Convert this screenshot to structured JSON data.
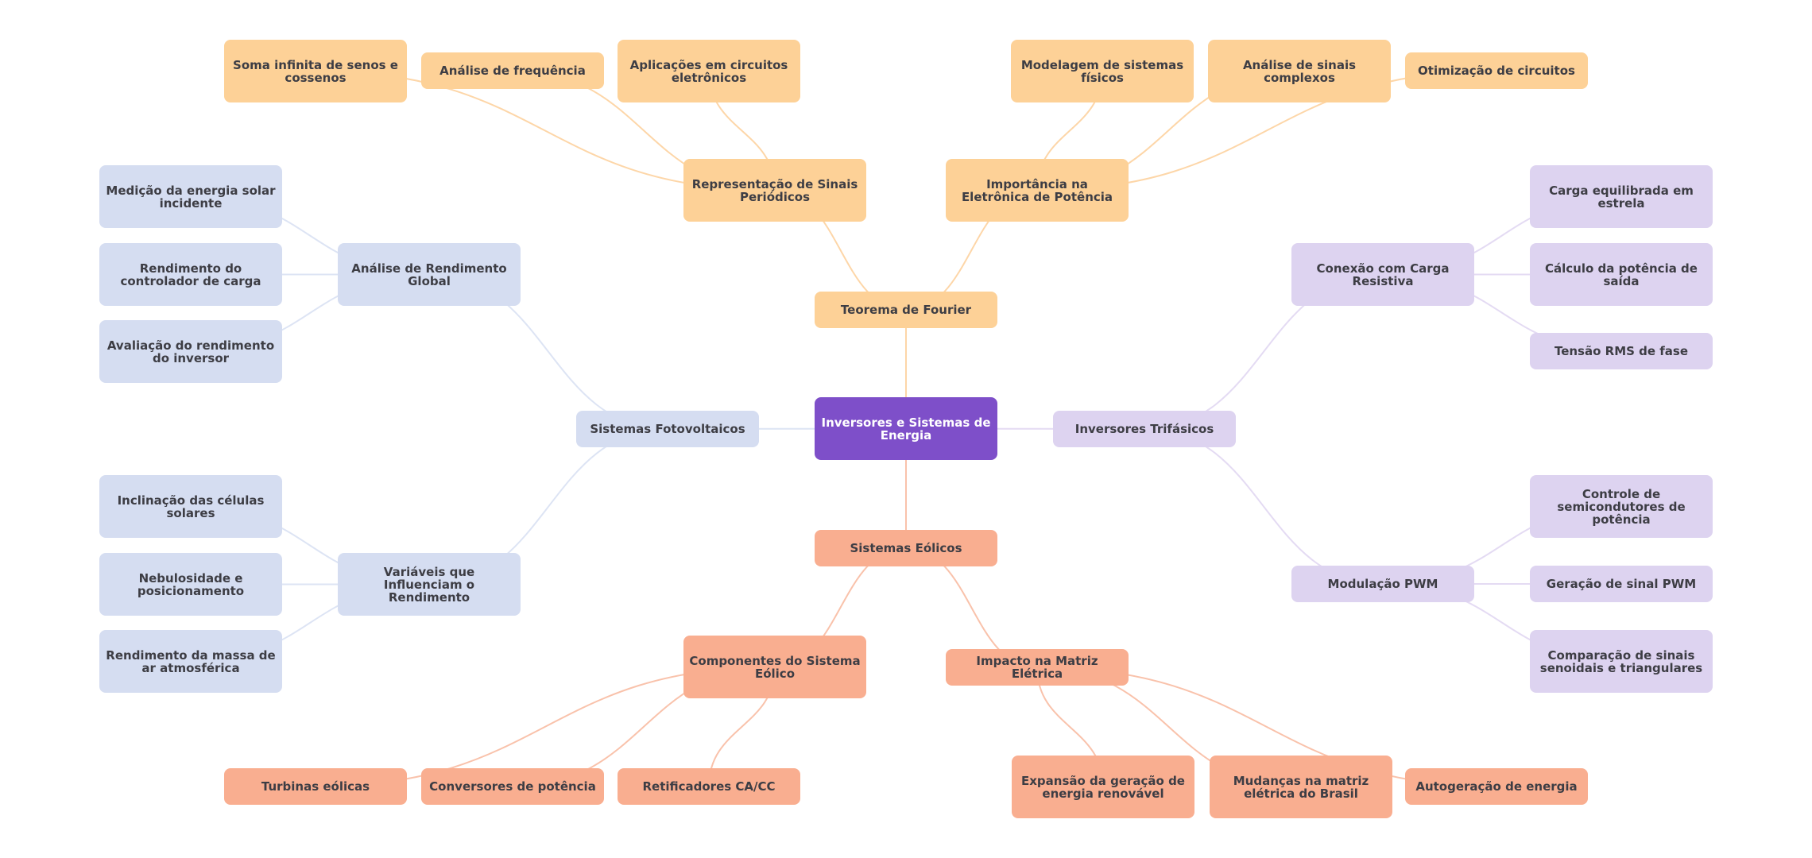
{
  "root": {
    "label": "Inversores e Sistemas de Energia"
  },
  "fourier": {
    "label": "Teorema de Fourier",
    "representacao": {
      "label": "Representação de Sinais Periódicos",
      "children": [
        "Soma infinita de senos e cossenos",
        "Análise de frequência",
        "Aplicações em circuitos eletrônicos"
      ]
    },
    "importancia": {
      "label": "Importância na Eletrônica de Potência",
      "children": [
        "Modelagem de sistemas físicos",
        "Análise de sinais complexos",
        "Otimização de circuitos"
      ]
    }
  },
  "fotovoltaicos": {
    "label": "Sistemas Fotovoltaicos",
    "rendimento": {
      "label": "Análise de Rendimento Global",
      "children": [
        "Medição da energia solar incidente",
        "Rendimento do controlador de carga",
        "Avaliação do rendimento do inversor"
      ]
    },
    "variaveis": {
      "label": "Variáveis que Influenciam o Rendimento",
      "children": [
        "Inclinação das células solares",
        "Nebulosidade e posicionamento",
        "Rendimento da massa de ar atmosférica"
      ]
    }
  },
  "trifasicos": {
    "label": "Inversores Trifásicos",
    "conexao": {
      "label": "Conexão com Carga Resistiva",
      "children": [
        "Carga equilibrada em estrela",
        "Cálculo da potência de saída",
        "Tensão RMS de fase"
      ]
    },
    "pwm": {
      "label": "Modulação PWM",
      "children": [
        "Controle de semicondutores de potência",
        "Geração de sinal PWM",
        "Comparação de sinais senoidais e triangulares"
      ]
    }
  },
  "eolicos": {
    "label": "Sistemas Eólicos",
    "componentes": {
      "label": "Componentes do Sistema Eólico",
      "children": [
        "Turbinas eólicas",
        "Conversores de potência",
        "Retificadores CA/CC"
      ]
    },
    "impacto": {
      "label": "Impacto na Matriz Elétrica",
      "children": [
        "Expansão da geração de energia renovável",
        "Mudanças na matriz elétrica do Brasil",
        "Autogeração de energia"
      ]
    }
  },
  "colors": {
    "root": "#7e4fc9",
    "fourier": "#fdd197",
    "fotovoltaicos": "#d5ddf1",
    "trifasicos": "#ddd3f0",
    "eolicos": "#f9ae90",
    "edge_fourier": "#fdd6a8",
    "edge_fotovoltaicos": "#dde4f4",
    "edge_trifasicos": "#e4dbf3",
    "edge_eolicos": "#f9c2ab"
  }
}
